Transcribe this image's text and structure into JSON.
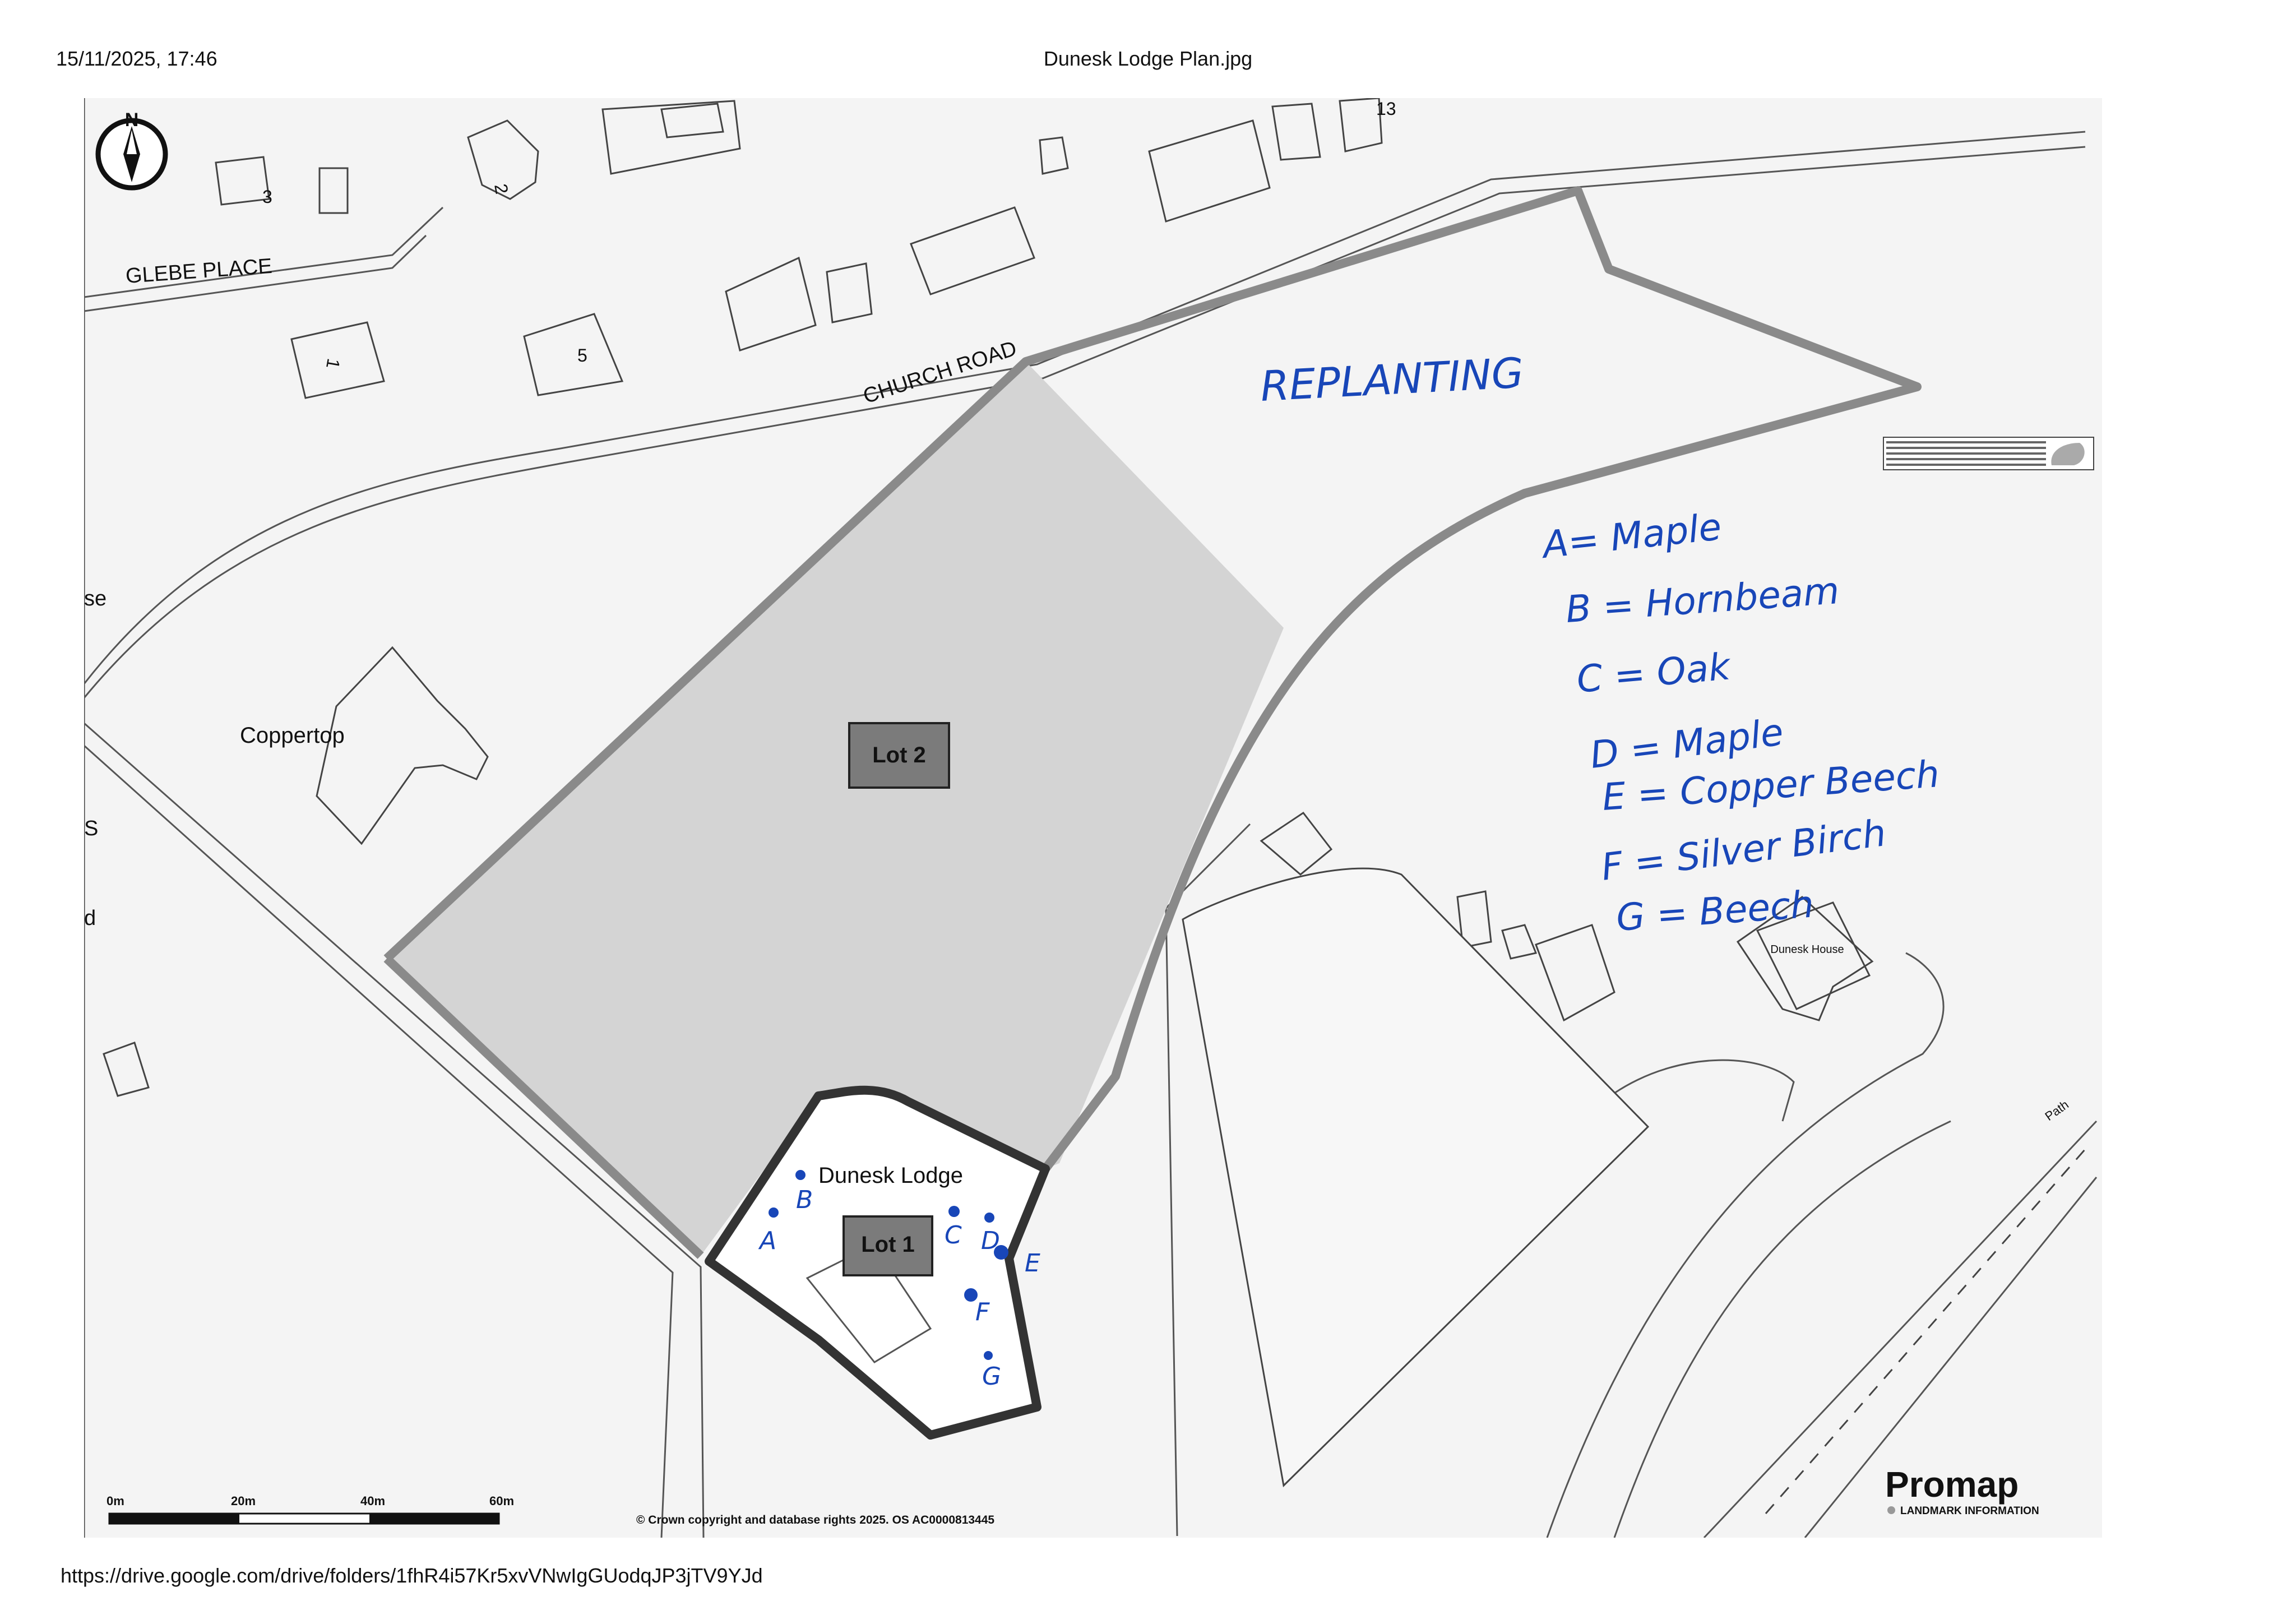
{
  "header": {
    "datetime": "15/11/2025, 17:46",
    "title": "Dunesk Lodge Plan.jpg"
  },
  "footer": {
    "url": "https://drive.google.com/drive/folders/1fhR4i57Kr5xvVNwIgGUodqJP3jTV9YJd"
  },
  "map": {
    "north_label": "N",
    "streets": [
      "GLEBE PLACE",
      "CHURCH ROAD",
      "Path"
    ],
    "house_numbers": [
      "3",
      "2",
      "13",
      "1",
      "5"
    ],
    "place_labels": [
      "Coppertop",
      "Dunesk Lodge",
      "Dunesk House"
    ],
    "edge_labels": [
      "se",
      "S",
      "d"
    ],
    "lots": [
      "Lot 2",
      "Lot 1"
    ],
    "scale_bar": [
      "0m",
      "20m",
      "40m",
      "60m"
    ],
    "copyright": "© Crown copyright and database rights 2025. OS AC0000813445",
    "brand": "Promap",
    "brand_sub": "LANDMARK INFORMATION",
    "boundary_color": "#8a8a8a",
    "lot1_boundary_color": "#333333",
    "lot2_fill": "#d4d4d4"
  },
  "annotations": {
    "replanting": "REPLANTING",
    "tree_key": [
      "A= Maple",
      "B = Hornbeam",
      "C = Oak",
      "D = Maple",
      "E = Copper Beech",
      "F = Silver Birch",
      "G = Beech"
    ],
    "tree_markers": [
      "A",
      "B",
      "C",
      "D",
      "E",
      "F",
      "G"
    ],
    "ink_color": "#1846b8"
  }
}
